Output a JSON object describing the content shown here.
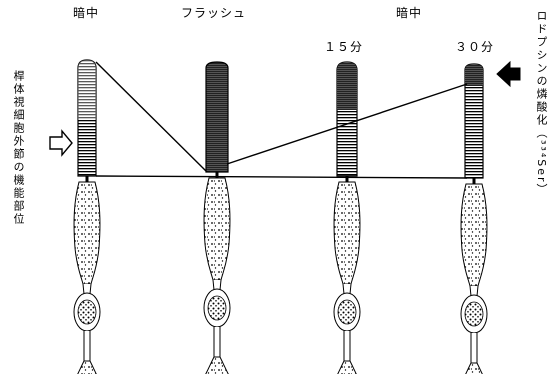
{
  "columns": [
    {
      "label": "暗中"
    },
    {
      "label": "フラッシュ"
    },
    {
      "label": "１５分"
    },
    {
      "label": "３０分"
    }
  ],
  "header_group_label": "暗中",
  "left_label": "桿体視細胞外節の機能部位",
  "right_label": "ロドプシンの燐酸化（³³⁴Ser）",
  "colors": {
    "ink": "#000000",
    "paper": "#ffffff"
  }
}
